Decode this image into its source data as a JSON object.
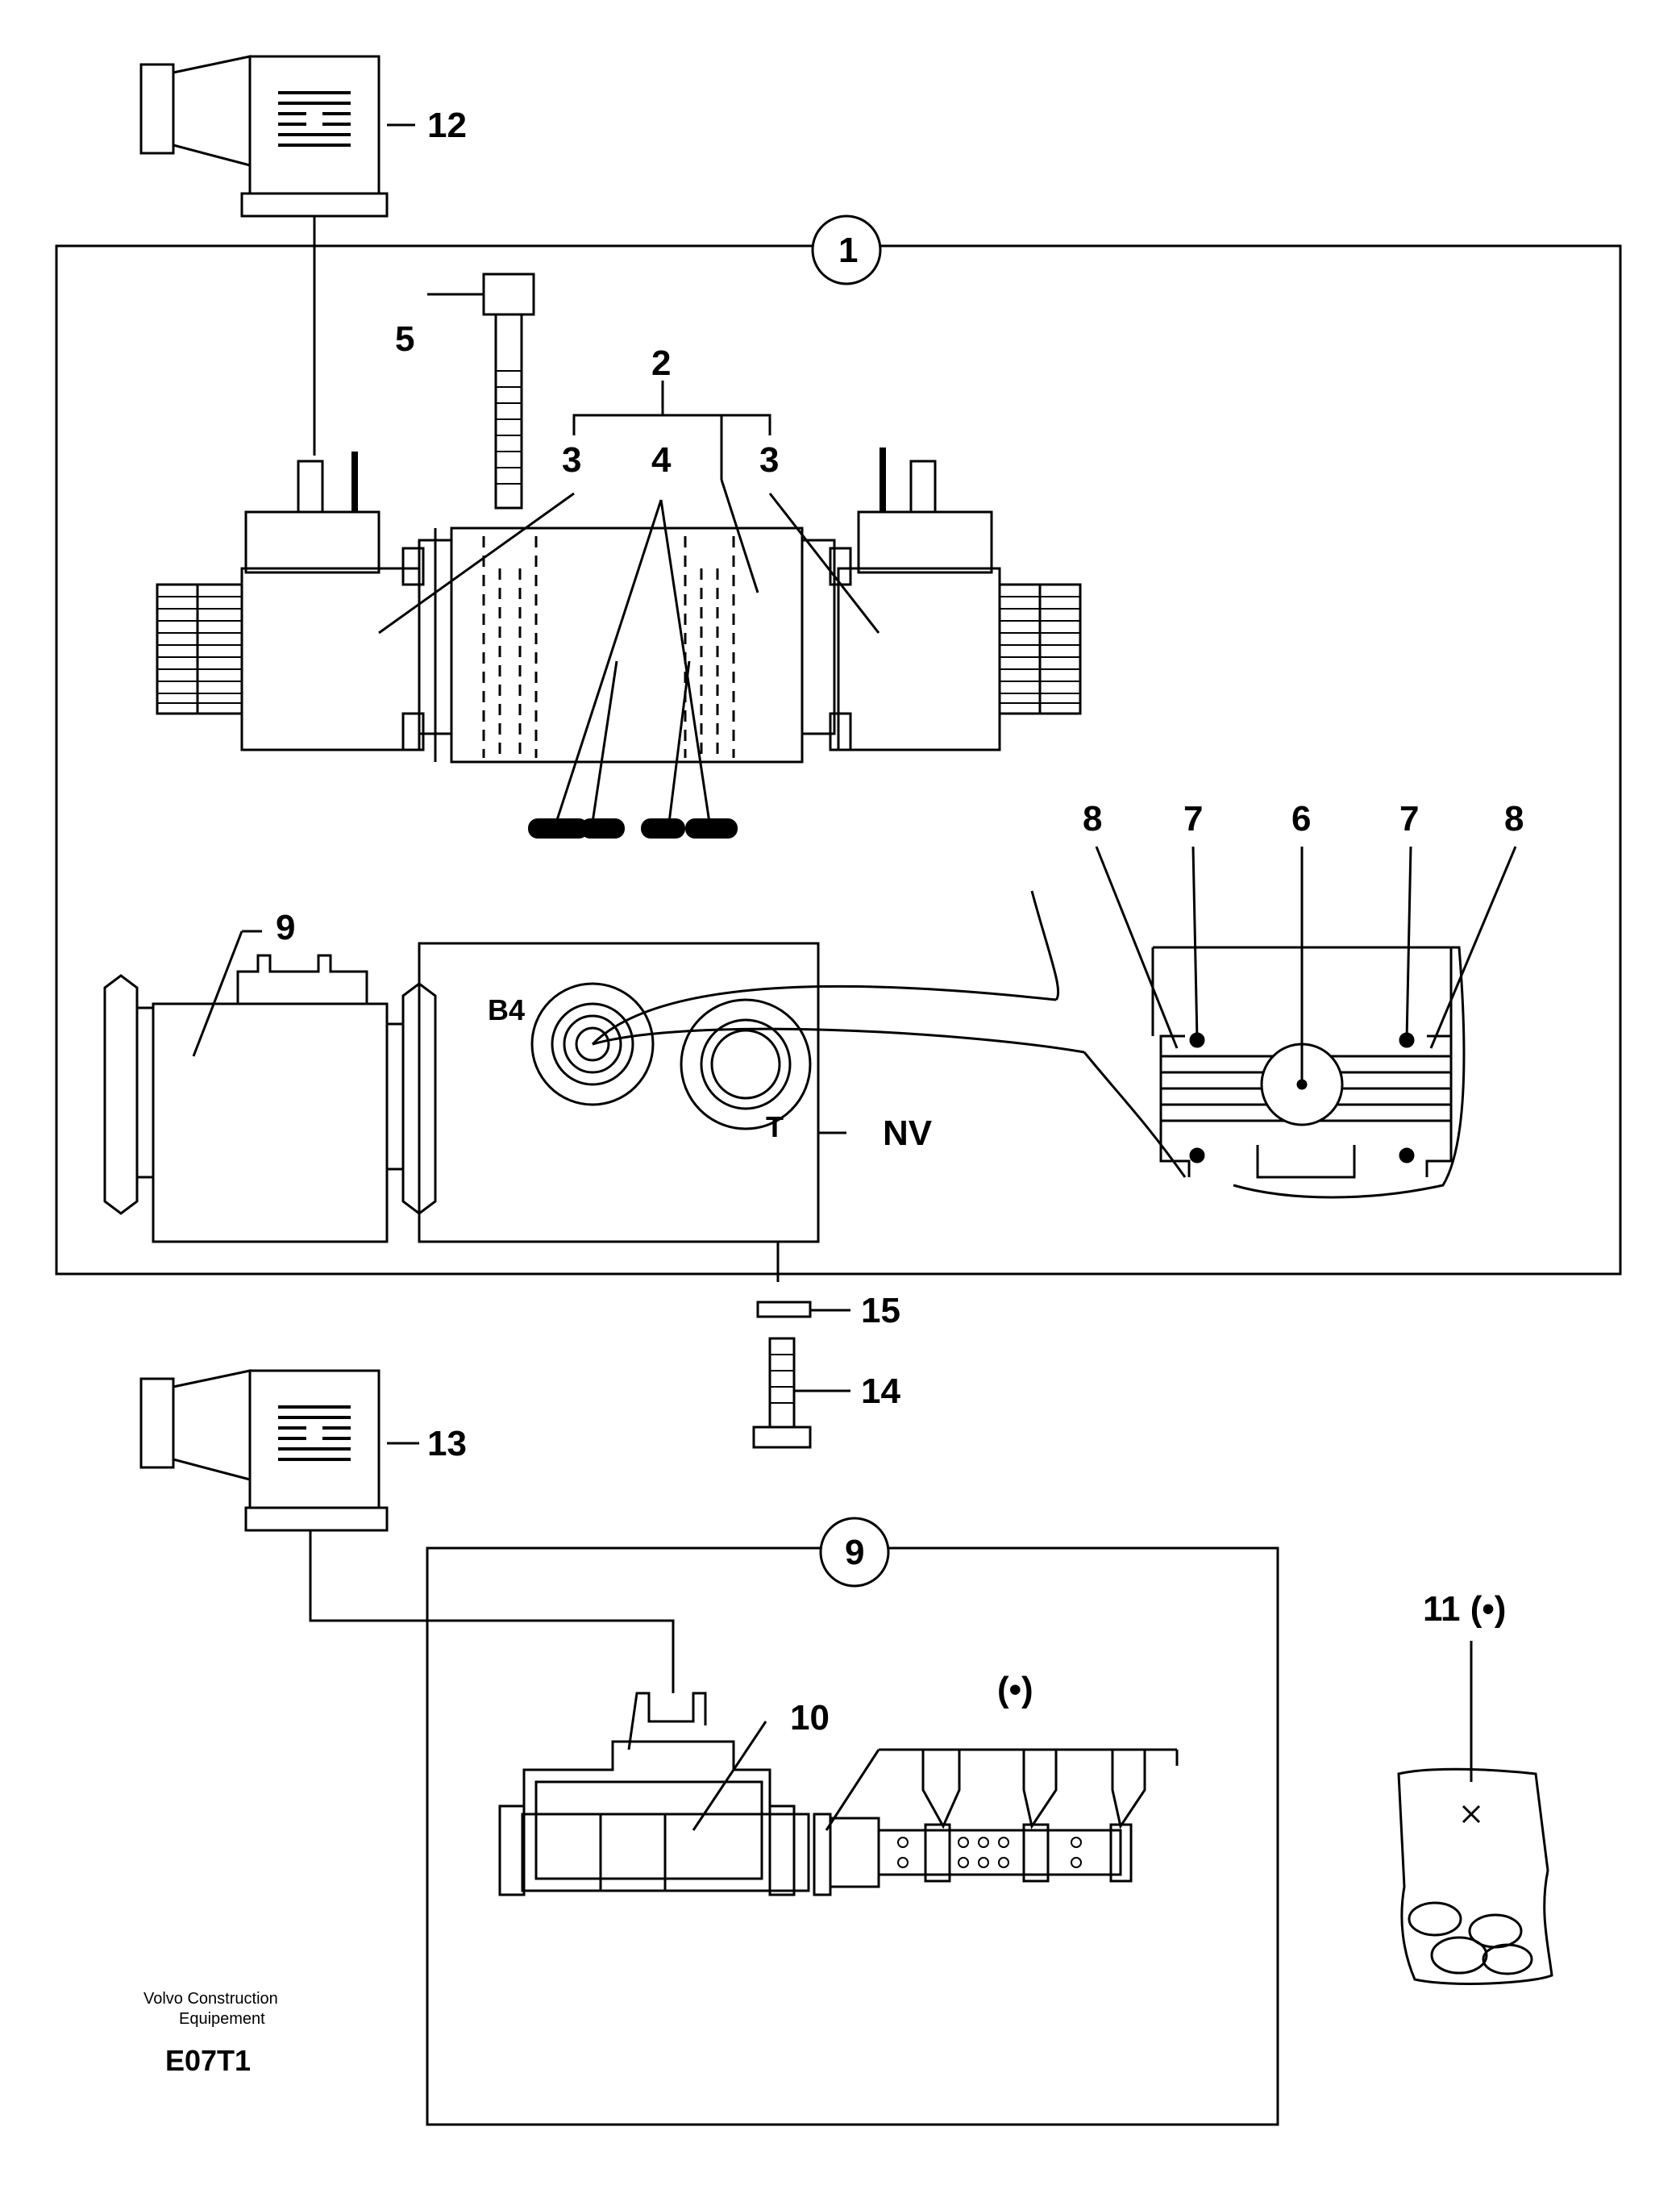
{
  "callouts": {
    "c1": "1",
    "c2": "2",
    "c3a": "3",
    "c3b": "3",
    "c4": "4",
    "c5": "5",
    "c6": "6",
    "c7a": "7",
    "c7b": "7",
    "c8a": "8",
    "c8b": "8",
    "c9": "9",
    "c9box": "9",
    "c10": "10",
    "c11": "11 (•)",
    "c12": "12",
    "c13": "13",
    "c14": "14",
    "c15": "15",
    "dot": "(•)"
  },
  "ports": {
    "b4": "B4",
    "t": "T",
    "nv": "NV"
  },
  "footer": {
    "brand_line1": "Volvo Construction",
    "brand_line2": "Equipement",
    "code": "E07T1"
  }
}
